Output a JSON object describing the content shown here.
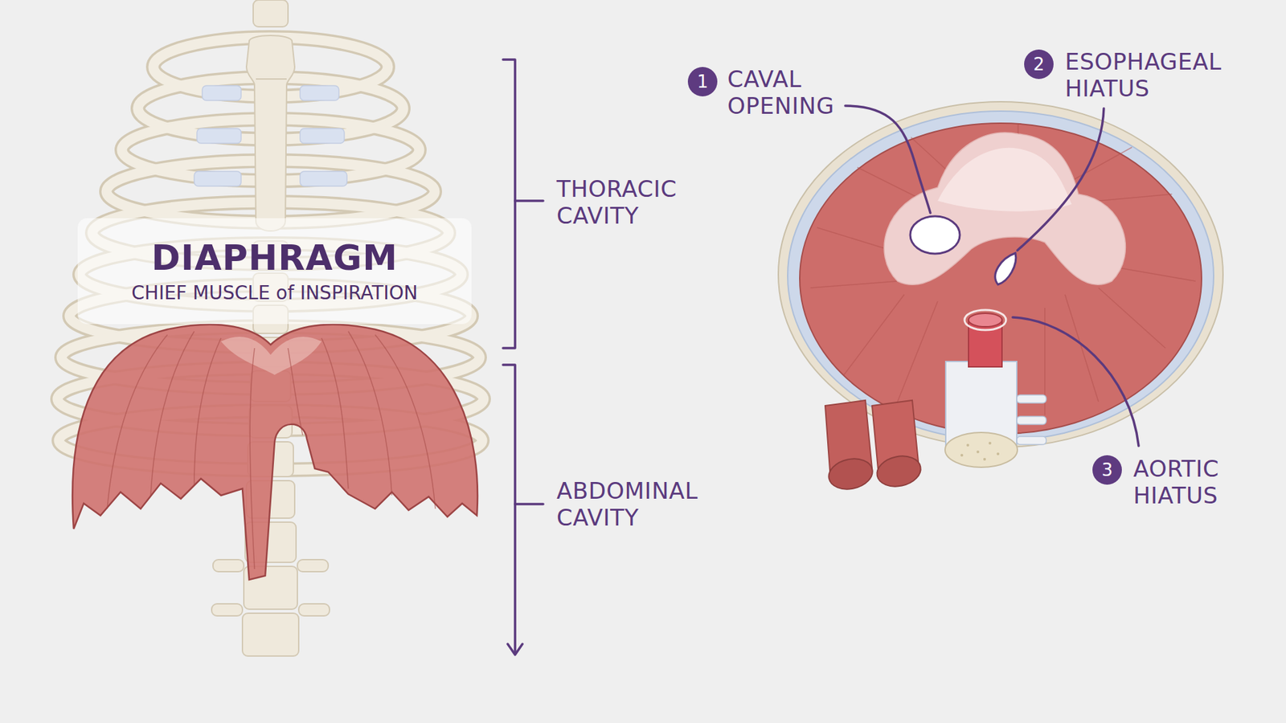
{
  "diagram": {
    "nodes": [
      {
        "text": [
          "DIAPHRAGM",
          "CHIEF MUSCLE of INSPIRATION"
        ]
      },
      {
        "text": [
          "1"
        ]
      },
      {
        "text": [
          "2"
        ]
      },
      {
        "text": [
          "3"
        ]
      }
    ],
    "labels": [
      "THORACIC CAVITY",
      "ABDOMINAL CAVITY",
      "CAVAL OPENING",
      "ESOPHAGEAL HIATUS",
      "AORTIC HIATUS"
    ]
  }
}
